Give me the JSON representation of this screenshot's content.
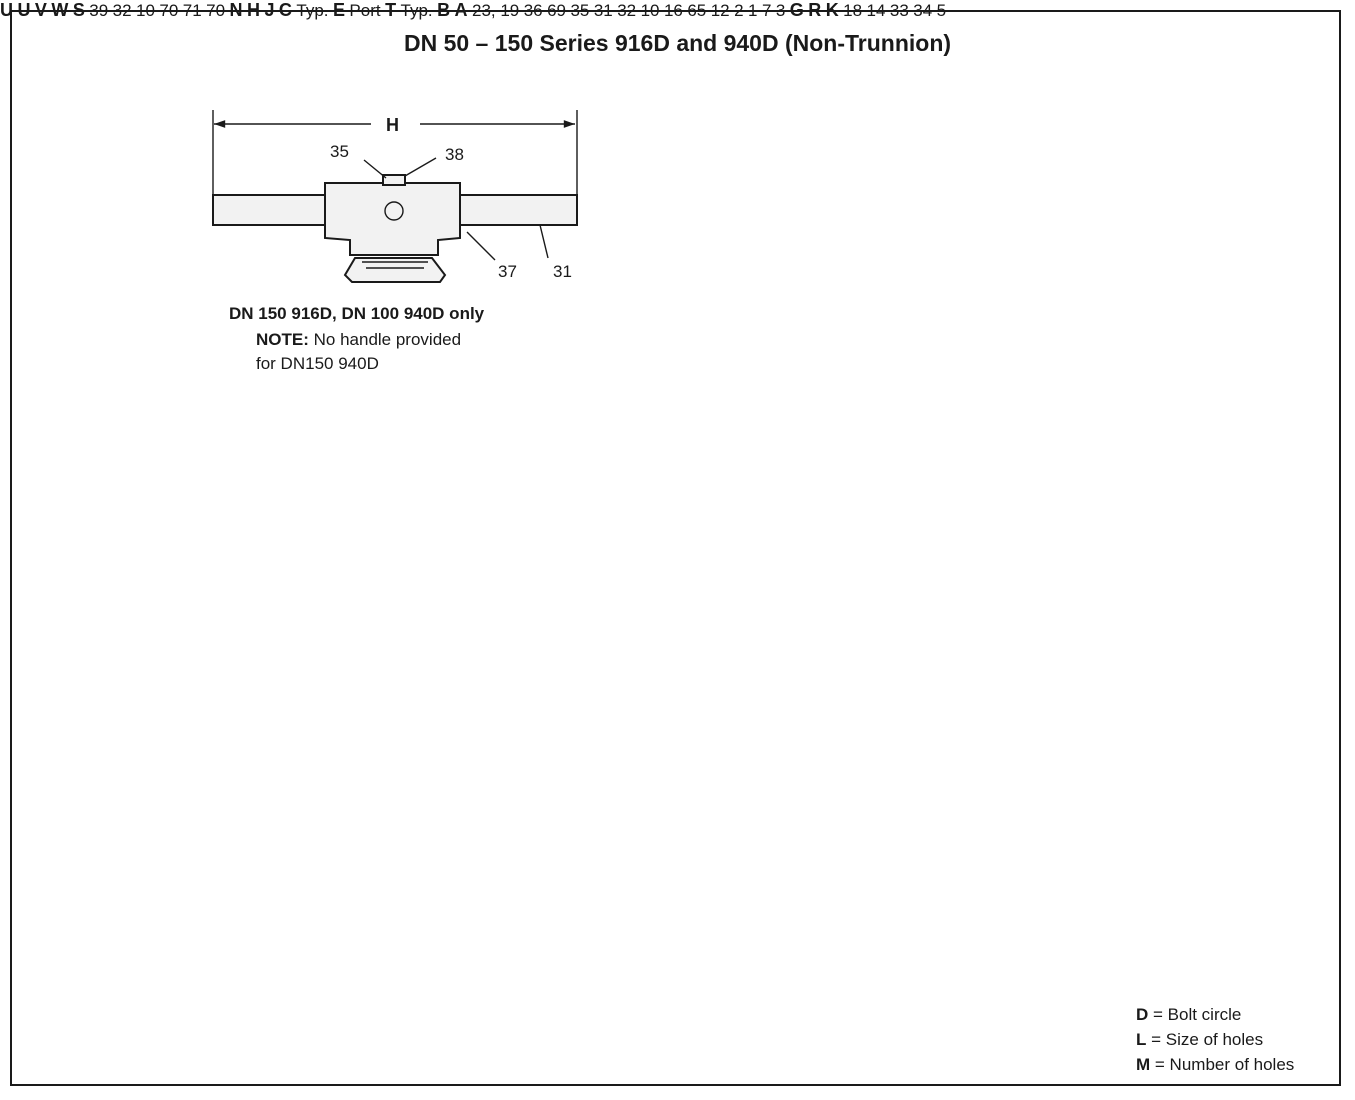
{
  "title": "DN 50 – 150 Series 916D and 940D (Non-Trunnion)",
  "notes": {
    "only": "DN 150 916D, DN 100 940D only",
    "note_label": "NOTE:",
    "note_text": "No handle provided",
    "note_text2": "for DN150 940D"
  },
  "legend": [
    {
      "key": "D",
      "text": "= Bolt circle"
    },
    {
      "key": "L",
      "text": "= Size of holes"
    },
    {
      "key": "M",
      "text": "= Number of holes"
    }
  ],
  "dimensions": {
    "A": "A",
    "B": "B",
    "C": "C",
    "C_suffix": "Typ.",
    "E": "E",
    "E_suffix": "Port",
    "G": "G",
    "H": "H",
    "J": "J",
    "K": "K",
    "N": "N",
    "R": "R",
    "S": "S",
    "T": "T",
    "T_suffix": "Typ.",
    "U": "U",
    "V": "V",
    "W": "W"
  },
  "callouts": {
    "top_handle": [
      "35",
      "38",
      "37",
      "31"
    ],
    "top_right": [
      "39",
      "32",
      "10"
    ],
    "detail": [
      "70",
      "71",
      "70"
    ],
    "section": [
      "23, 19",
      "36",
      "69",
      "35",
      "31",
      "32",
      "10",
      "16",
      "65",
      "12",
      "2",
      "1",
      "7",
      "3"
    ],
    "end_view": [
      "18",
      "14",
      "33",
      "34",
      "5"
    ]
  },
  "colors": {
    "ink": "#1a1a1a",
    "fill": "#f2f2f2",
    "background": "#ffffff"
  }
}
